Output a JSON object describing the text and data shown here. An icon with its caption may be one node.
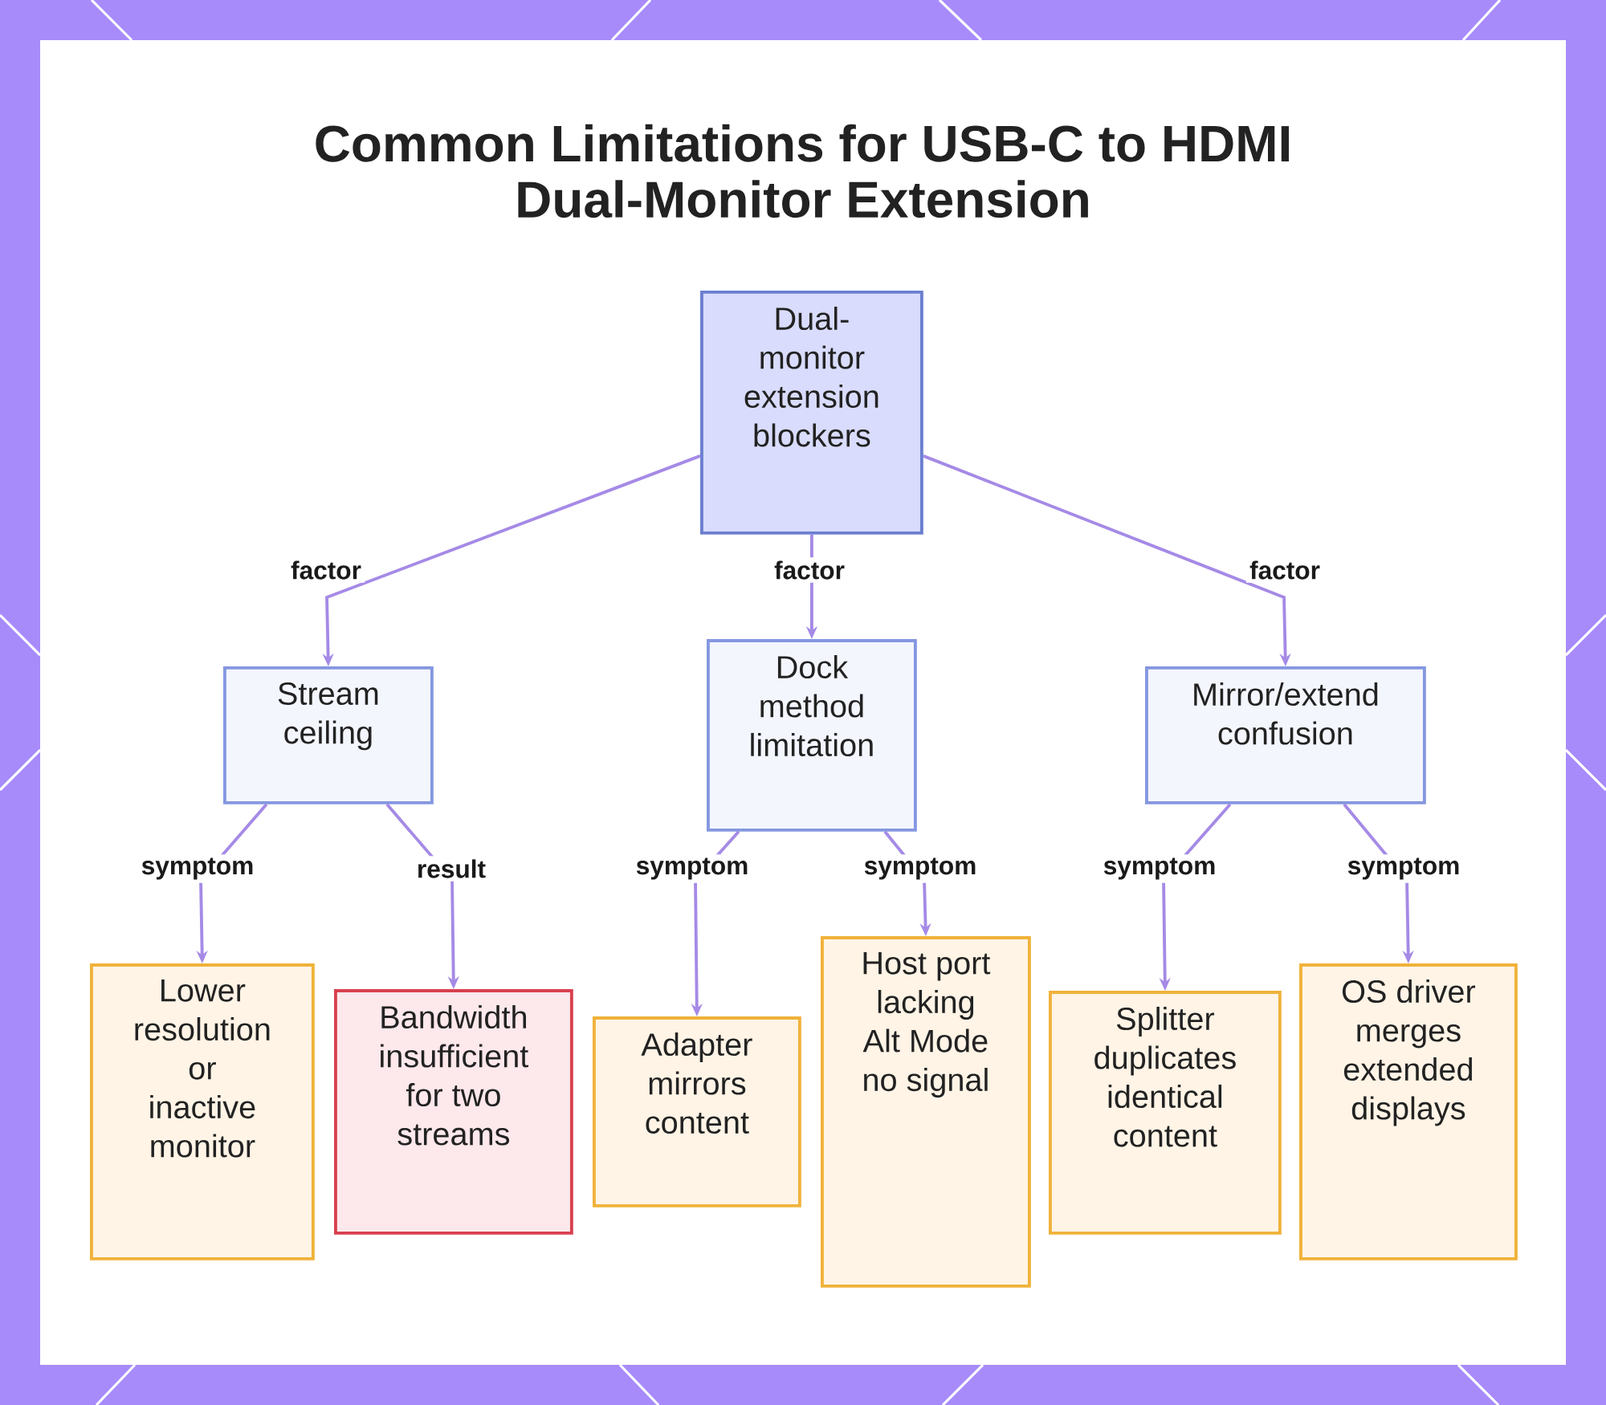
{
  "diagram": {
    "title": "Common Limitations for USB-C to HDMI Dual-Monitor Extension",
    "nodes": [
      {
        "text": [
          "Dual-monitor extension blockers"
        ]
      },
      {
        "text": [
          "Stream ceiling"
        ]
      },
      {
        "text": [
          "Dock method limitation"
        ]
      },
      {
        "text": [
          "Mirror/extend confusion"
        ]
      },
      {
        "text": [
          "Lower resolution or inactive monitor"
        ]
      },
      {
        "text": [
          "Bandwidth insufficient for two streams"
        ]
      },
      {
        "text": [
          "Adapter mirrors content"
        ]
      },
      {
        "text": [
          "Host port lacking Alt Mode no signal"
        ]
      },
      {
        "text": [
          "Splitter duplicates identical content"
        ]
      },
      {
        "text": [
          "OS driver merges extended displays"
        ]
      }
    ],
    "edges": [
      {
        "from": 0,
        "to": 1,
        "arrow": "to",
        "label": "factor"
      },
      {
        "from": 0,
        "to": 2,
        "arrow": "to",
        "label": "factor"
      },
      {
        "from": 0,
        "to": 3,
        "arrow": "to",
        "label": "factor"
      },
      {
        "from": 1,
        "to": 4,
        "arrow": "to",
        "label": "symptom"
      },
      {
        "from": 1,
        "to": 5,
        "arrow": "to",
        "label": "result"
      },
      {
        "from": 2,
        "to": 6,
        "arrow": "to",
        "label": "symptom"
      },
      {
        "from": 2,
        "to": 7,
        "arrow": "to",
        "label": "symptom"
      },
      {
        "from": 3,
        "to": 8,
        "arrow": "to",
        "label": "symptom"
      },
      {
        "from": 3,
        "to": 9,
        "arrow": "to",
        "label": "symptom"
      }
    ]
  }
}
